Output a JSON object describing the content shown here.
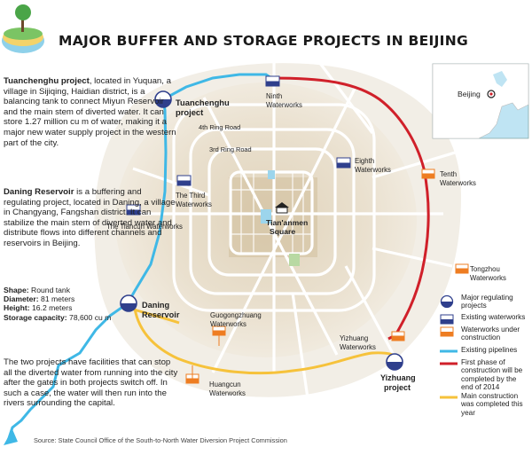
{
  "title": "MAJOR BUFFER AND STORAGE PROJECTS IN BEIJING",
  "intro1": {
    "heading": "Tuanchenghu project",
    "body": ", located in Yuquan, a village in Sijiqing, Haidian district, is a balancing tank to connect Miyun Reservoir and the main stem of diverted water. It can store 1.27 million cu m of water, making it a major new water supply project in the western part of the city."
  },
  "intro2": {
    "heading": "Daning Reservoir",
    "body": " is a buffering and regulating project, located in Daning, a village in Changyang, Fangshan district. It can stabilize the main stem of diverted water and distribute flows into different channels and reservoirs in Beijing."
  },
  "specs": {
    "shape_label": "Shape:",
    "shape_value": "Round tank",
    "diameter_label": "Diameter:",
    "diameter_value": "81 meters",
    "height_label": "Height:",
    "height_value": "16.2 meters",
    "capacity_label": "Storage capacity:",
    "capacity_value": "78,600 cu m"
  },
  "bottom_text": "The two projects have facilities that can stop all the diverted water from running into the city after the gates in both projects switch off. In such a case, the water will then run into the rivers surrounding the capital.",
  "source": "Source: State Council Office of the South-to-North Water Diversion Project Commission",
  "map_labels": {
    "tuanchenghu": [
      "Tuanchenghu",
      "project"
    ],
    "daning": [
      "Daning",
      "Reservoir"
    ],
    "yizhuang_project": [
      "Yizhuang",
      "Waterworks"
    ],
    "yizhuang_project_big": "Yizhuang",
    "yizhuang_project_big2": "project",
    "ninth": [
      "Ninth",
      "Waterworks"
    ],
    "eighth": [
      "Eighth",
      "Waterworks"
    ],
    "third": [
      "The Third",
      "Waterworks"
    ],
    "tiancun": "The Tiancun Waterworks",
    "tenth": [
      "Tenth",
      "Waterworks"
    ],
    "tongzhou": [
      "Tongzhou",
      "Waterworks"
    ],
    "guogongzhuang": [
      "Guogongzhuang",
      "Waterworks"
    ],
    "huangcun": [
      "Huangcun",
      "Waterworks"
    ],
    "tiananmen": [
      "Tian'anmen",
      "Square"
    ],
    "ring4": "4th Ring Road",
    "ring3": "3rd Ring Road",
    "beijing": "Beijing"
  },
  "legend": {
    "regulating": "Major regulating projects",
    "existing_ww": "Existing waterworks",
    "construction_ww": "Waterworks under construction",
    "pipelines": "Existing pipelines",
    "first_phase": "First phase of construction will be completed by the end of 2014",
    "main_construction": "Main construction was completed this year"
  },
  "colors": {
    "pipeline_blue": "#3fb8e6",
    "first_phase_red": "#d0202a",
    "main_construction_yellow": "#f6c23b",
    "waterworks_existing": "#2f3f8c",
    "waterworks_construction": "#ee7d22"
  }
}
